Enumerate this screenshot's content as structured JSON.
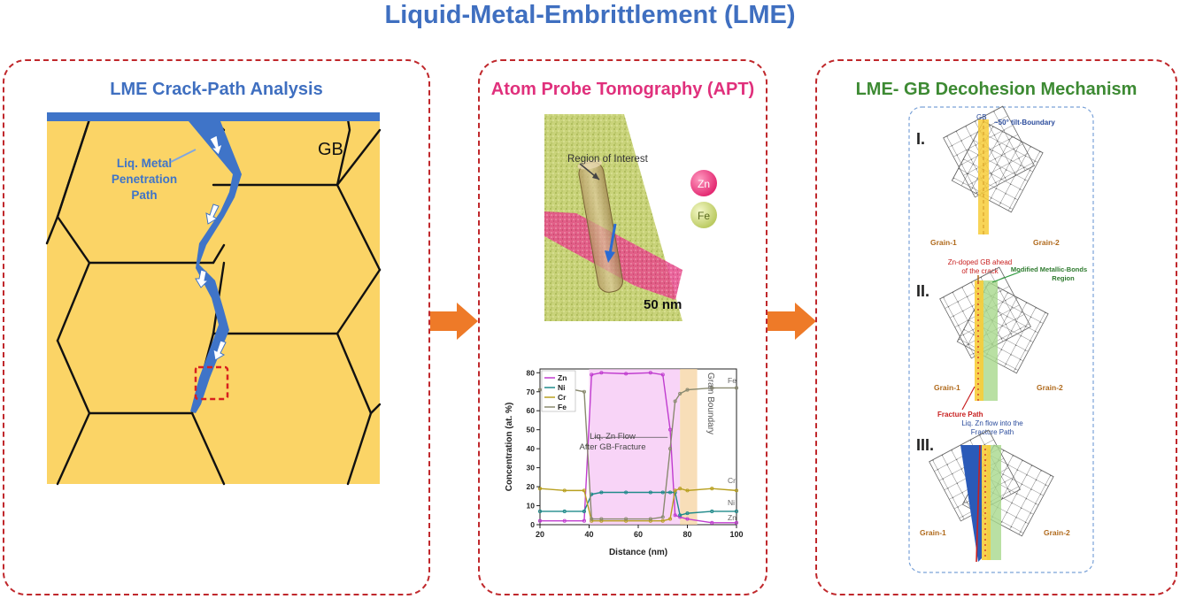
{
  "title": "Liquid-Metal-Embrittlement (LME)",
  "panel1": {
    "title": "LME Crack-Path Analysis",
    "title_color": "#3f6fc0",
    "gb_label": "GB",
    "path_label_lines": [
      "Liq. Metal",
      "Penetration",
      "Path"
    ],
    "grain_color": "#fbd466",
    "liquid_color": "#3f74c8"
  },
  "panel2": {
    "title": "Atom Probe Tomography (APT)",
    "title_color": "#e0307c",
    "roi_label": "Region of Interest",
    "scale_label": "50 nm",
    "legend_zn": "Zn",
    "legend_fe": "Fe",
    "chart": {
      "legend": [
        "Zn",
        "Ni",
        "Cr",
        "Fe"
      ],
      "ylabel": "Concentration (at. %)",
      "xlabel": "Distance (nm)",
      "flow_label_lines": [
        "Liq. Zn Flow",
        "After GB-Fracture"
      ],
      "gb_band_label": "Grain Boundary",
      "x_ticks": [
        "20",
        "40",
        "60",
        "80",
        "100"
      ],
      "y_ticks": [
        "0",
        "10",
        "20",
        "30",
        "40",
        "50",
        "60",
        "70",
        "80"
      ],
      "end_labels": [
        "Fe",
        "Cr",
        "Ni",
        "Zn"
      ]
    }
  },
  "panel3": {
    "title": "LME- GB Decohesion Mechanism",
    "title_color": "#3d8a33",
    "stage1": {
      "numeral": "I.",
      "gb_tag": "GB",
      "boundary_label": "~50° tilt-Boundary",
      "grain1": "Grain-1",
      "grain2": "Grain-2"
    },
    "stage2": {
      "numeral": "II.",
      "zn_label_lines": [
        "Zn-doped GB ahead",
        "of the crack"
      ],
      "bonds_label_lines": [
        "Modified Metallic-Bonds",
        "Region"
      ],
      "grain1": "Grain-1",
      "grain2": "Grain-2",
      "fracture_label": "Fracture Path"
    },
    "stage3": {
      "numeral": "III.",
      "flow_label_lines": [
        "Liq. Zn flow into the",
        "Fracture Path"
      ],
      "grain1": "Grain-1",
      "grain2": "Grain-2"
    }
  },
  "chart_data": {
    "type": "line",
    "xlabel": "Distance (nm)",
    "ylabel": "Concentration (at. %)",
    "xlim": [
      20,
      100
    ],
    "ylim": [
      0,
      82
    ],
    "x": [
      20,
      30,
      38,
      41,
      45,
      55,
      65,
      70,
      73,
      75,
      77,
      80,
      90,
      100
    ],
    "series": [
      {
        "name": "Zn",
        "color": "#c03ccf",
        "values": [
          2,
          2,
          2,
          79,
          80,
          79.5,
          80,
          79,
          50,
          5,
          4,
          3,
          1,
          1
        ]
      },
      {
        "name": "Ni",
        "color": "#1f8a8a",
        "values": [
          7,
          7,
          7,
          16,
          17,
          17,
          17,
          17,
          17,
          17,
          5,
          6,
          7,
          7
        ]
      },
      {
        "name": "Cr",
        "color": "#b8a020",
        "values": [
          19,
          18,
          18,
          2,
          2,
          2,
          2,
          2,
          3,
          18,
          19,
          18,
          19,
          18
        ]
      },
      {
        "name": "Fe",
        "color": "#8a8a70",
        "values": [
          71,
          72,
          70,
          3,
          3,
          3,
          3,
          4,
          40,
          65,
          69,
          71,
          72,
          72
        ]
      }
    ],
    "annotations": [
      "Liq. Zn Flow After GB-Fracture",
      "Grain Boundary"
    ]
  }
}
